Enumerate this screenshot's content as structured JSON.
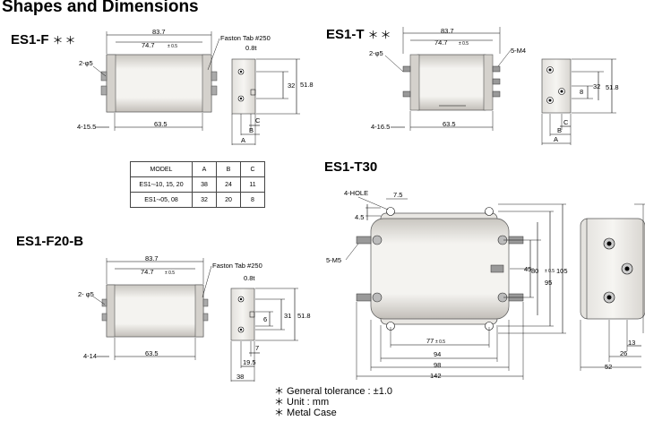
{
  "title": "Shapes and Dimensions",
  "models": {
    "es1f": {
      "name": "ES1-F",
      "stars": "＊＊"
    },
    "es1t": {
      "name": "ES1-T",
      "stars": "＊＊"
    },
    "es1f20b": {
      "name": "ES1-F20-B"
    },
    "es1t30": {
      "name": "ES1-T30"
    }
  },
  "es1f": {
    "overall": "83.7",
    "inner": "74.7",
    "inner_tol": "± 0.5",
    "tab": "Faston Tab #250",
    "thick": "0.8t",
    "holes": "2-φ5",
    "pins": "4-15.5",
    "mount": "63.5",
    "h1": "32",
    "h2": "51.8",
    "c": "C",
    "b": "B",
    "a": "A"
  },
  "es1t": {
    "overall": "83.7",
    "inner": "74.7",
    "inner_tol": "± 0.5",
    "terminal": "5-M4",
    "holes": "2-φ5",
    "pins": "4-16.5",
    "mount": "63.5",
    "h0": "8",
    "h1": "32",
    "h2": "51.8",
    "c": "C",
    "b": "B",
    "a": "A"
  },
  "es1f20b": {
    "overall": "83.7",
    "inner": "74.7",
    "inner_tol": "± 0.5",
    "tab": "Faston Tab #250",
    "thick": "0.8t",
    "holes": "2- φ5",
    "pins": "4-14",
    "mount": "63.5",
    "h0": "6",
    "h1": "31",
    "h2": "51.8",
    "c": "7",
    "b": "19.5",
    "a": "38"
  },
  "es1t30": {
    "hole_label": "4-HOLE",
    "hole_w": "7.5",
    "hole_h": "4.5",
    "terminal": "5-M5",
    "v45": "45",
    "v80": "80",
    "v95": "95",
    "v95_tol": "± 0.5",
    "v105": "105",
    "h77": "77",
    "h77_tol": "± 0.5",
    "h94": "94",
    "h98": "98",
    "h142": "142",
    "side13": "13",
    "side26": "26",
    "side52": "52"
  },
  "table": {
    "headers": [
      "MODEL",
      "A",
      "B",
      "C"
    ],
    "rows": [
      [
        "ES1-▫10, 15, 20",
        "38",
        "24",
        "11"
      ],
      [
        "ES1-▫05, 08",
        "32",
        "20",
        "8"
      ]
    ]
  },
  "notes": [
    "＊ General tolerance :  ±1.0",
    "＊ Unit : mm",
    "＊ Metal Case"
  ]
}
